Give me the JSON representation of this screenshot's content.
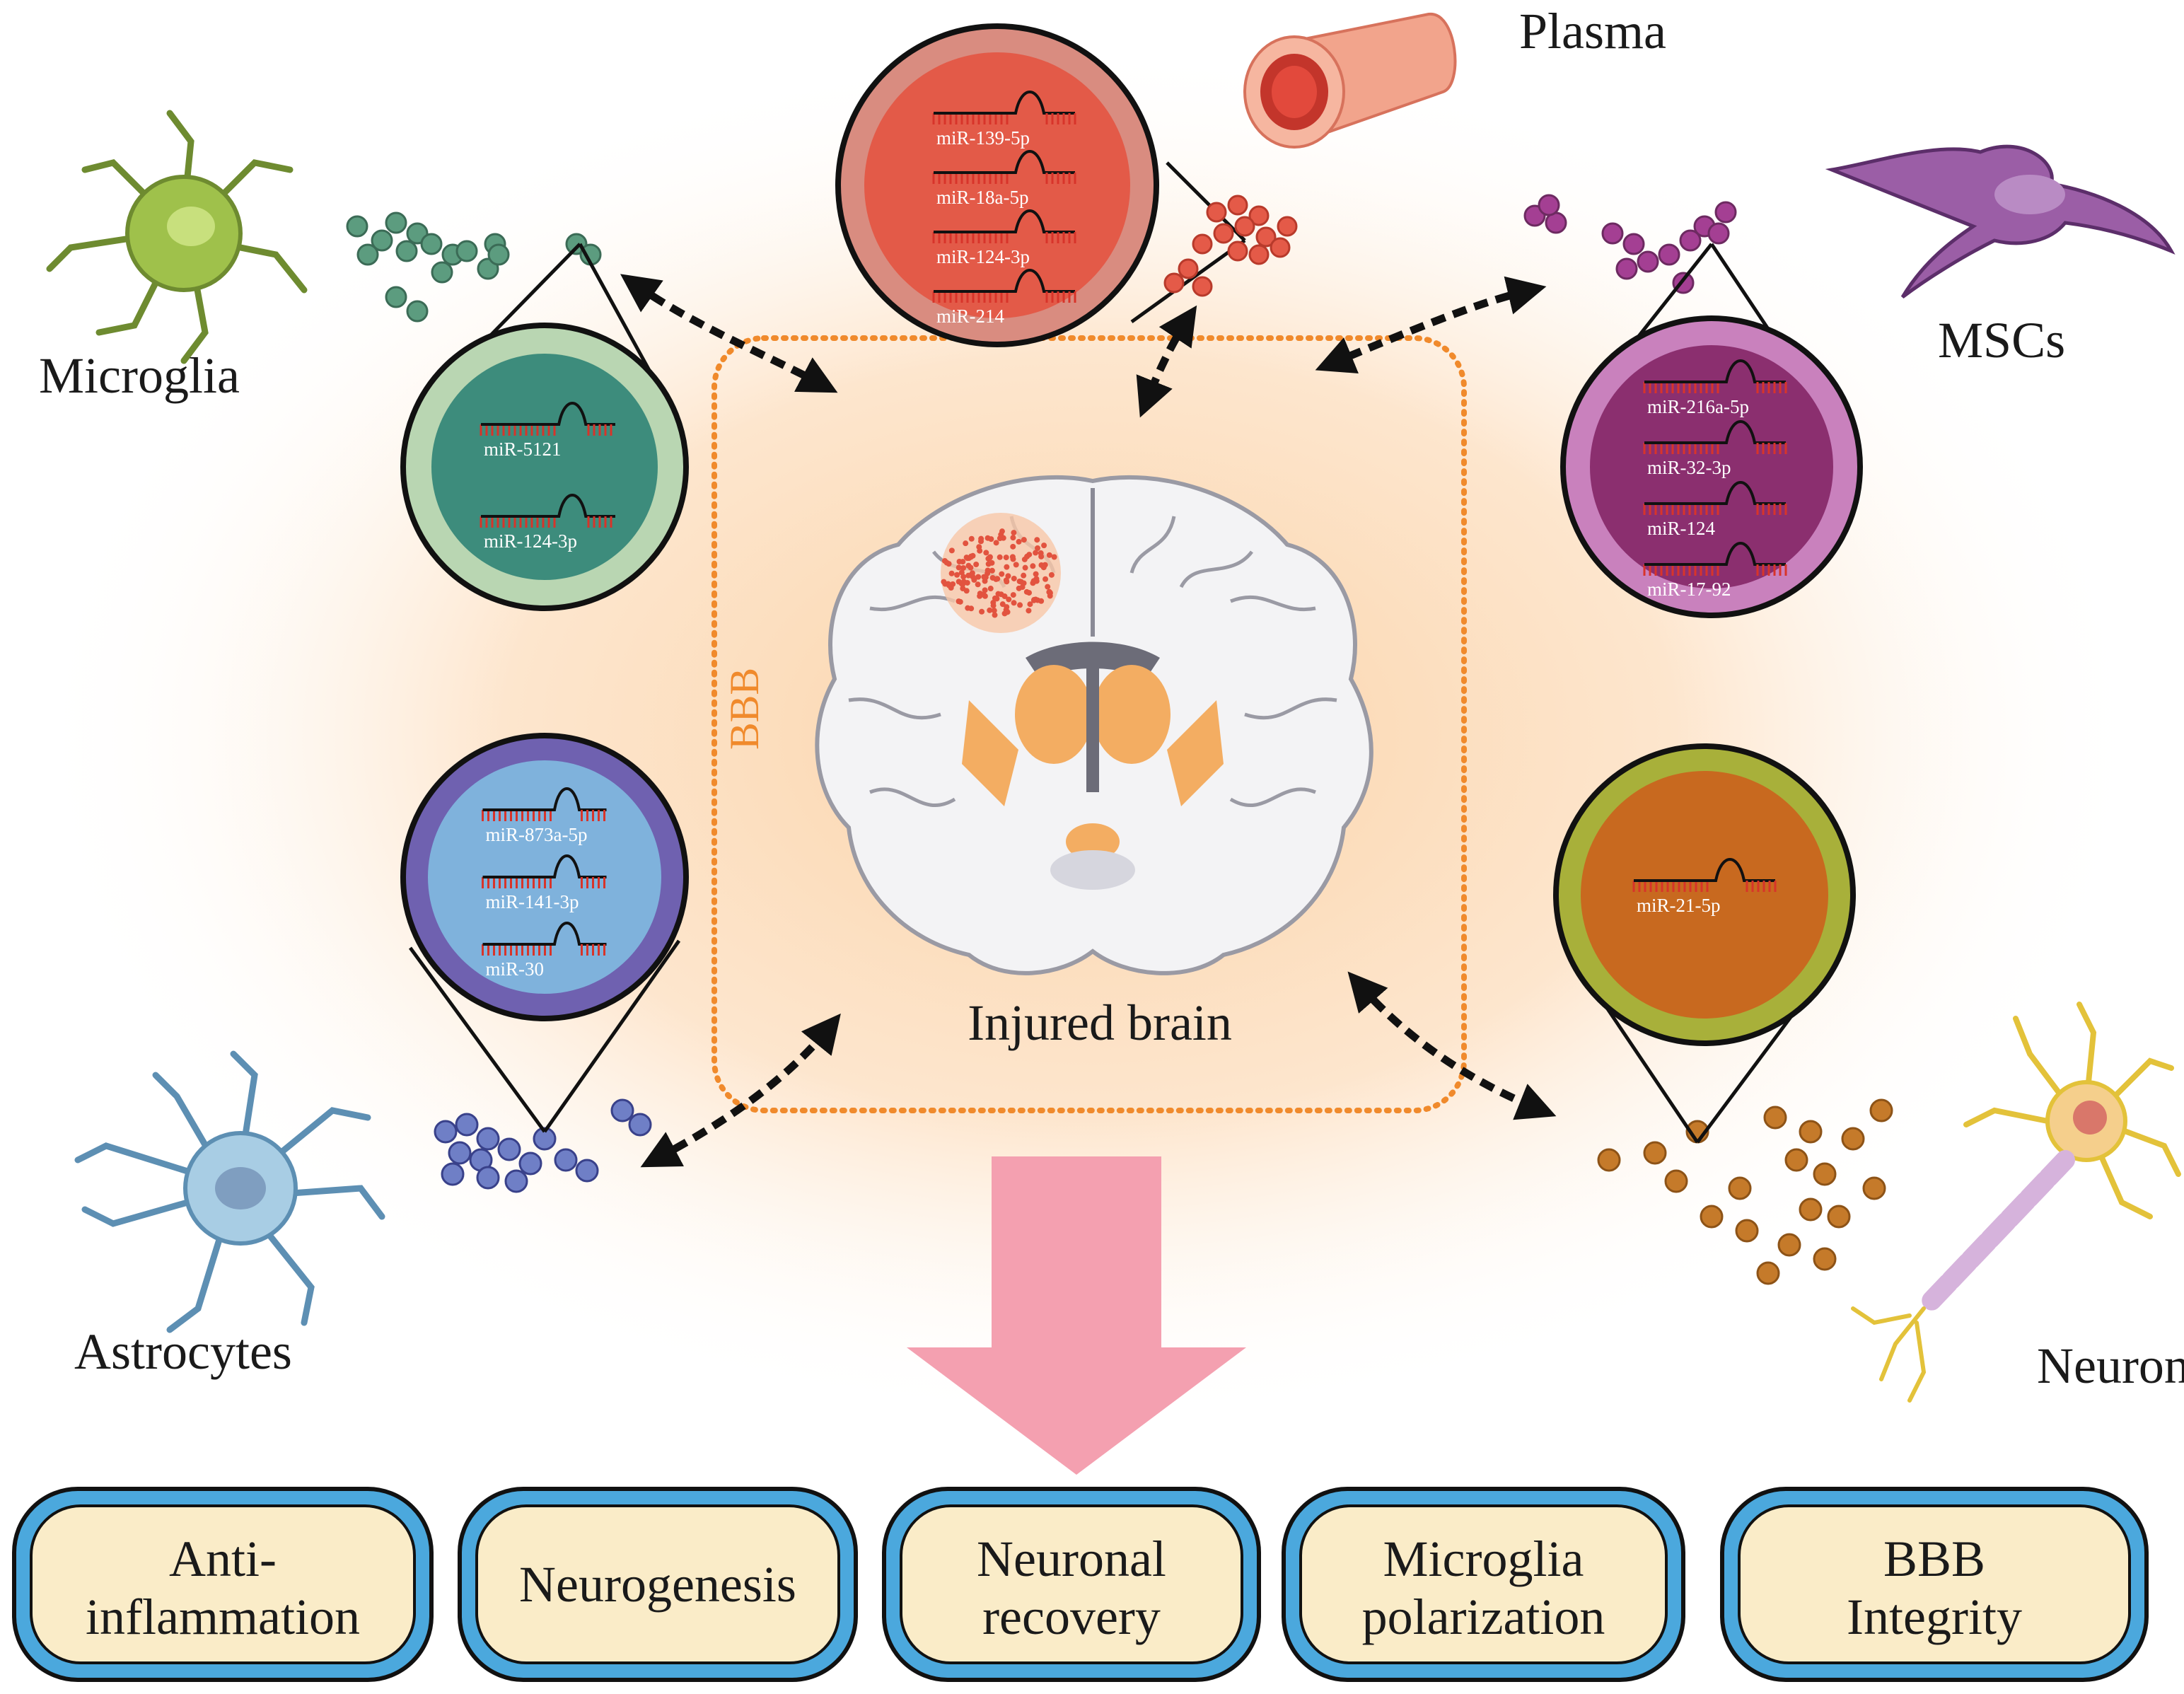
{
  "labels": {
    "plasma": "Plasma",
    "microglia": "Microglia",
    "mscs": "MSCs",
    "astrocytes": "Astrocytes",
    "neuron": "Neuron",
    "injured_brain": "Injured brain",
    "bbb": "BBB"
  },
  "mirna_groups": {
    "plasma": [
      "miR-139-5p",
      "miR-18a-5p",
      "miR-124-3p",
      "miR-214"
    ],
    "microglia": [
      "miR-5121",
      "miR-124-3p"
    ],
    "mscs": [
      "miR-216a-5p",
      "miR-32-3p",
      "miR-124",
      "miR-17-92"
    ],
    "astrocytes": [
      "miR-873a-5p",
      "miR-141-3p",
      "miR-30"
    ],
    "neuron": [
      "miR-21-5p"
    ]
  },
  "outcomes": [
    [
      "Anti-",
      "inflammation"
    ],
    [
      "Neurogenesis"
    ],
    [
      "Neuronal",
      "recovery"
    ],
    [
      "Microglia",
      "polarization"
    ],
    [
      "BBB",
      "Integrity"
    ]
  ],
  "colors": {
    "glow": "#fbd3a8",
    "bbb": "#f08a2c",
    "arrow": "#f4a0b0",
    "pill_border": "#4ba8dd",
    "pill_fill": "#faecc8",
    "plasma_circle": "#e35a48",
    "microglia_circle": "#3d8c7c",
    "mscs_circle": "#8b2f6f",
    "astrocytes_circle": "#7fb2dc",
    "neuron_circle": "#c8691f"
  }
}
